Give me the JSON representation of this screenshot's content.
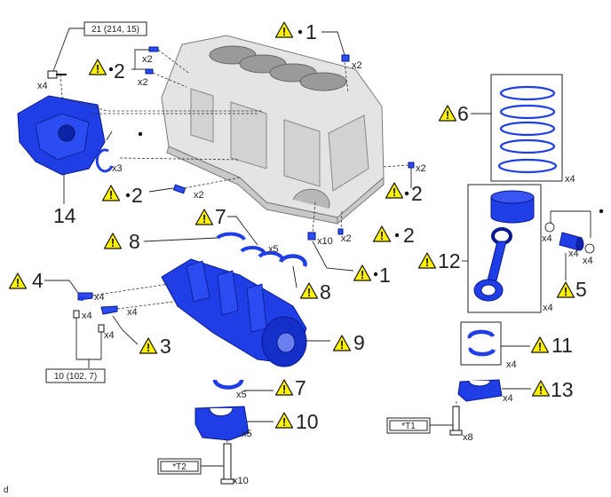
{
  "parts": {
    "p1a": {
      "num": "1",
      "qty": "x2"
    },
    "p1b": {
      "num": "1",
      "qty": "x10"
    },
    "p2a": {
      "num": "2",
      "qty_top": "x2",
      "qty_bottom": "x2"
    },
    "p2b": {
      "num": "2",
      "qty": "x2"
    },
    "p2c": {
      "num": "2",
      "qty": "x2"
    },
    "p2d": {
      "num": "2",
      "qty": "x2"
    },
    "p3": {
      "num": "3",
      "qty": "x4"
    },
    "p4": {
      "num": "4",
      "qty": "x4"
    },
    "p4b": {
      "qty": "x4"
    },
    "p4c": {
      "qty": "x4"
    },
    "p5": {
      "num": "5",
      "qty": "x4"
    },
    "p5b": {
      "qty": "x4"
    },
    "p5c": {
      "qty": "x4"
    },
    "p6": {
      "num": "6",
      "qty": "x4"
    },
    "p7a": {
      "num": "7",
      "qty": "x5"
    },
    "p7b": {
      "num": "7",
      "qty": "x5"
    },
    "p8a": {
      "num": "8"
    },
    "p8b": {
      "num": "8"
    },
    "p9": {
      "num": "9"
    },
    "p10": {
      "num": "10",
      "qty": "x5"
    },
    "p11": {
      "num": "11",
      "qty": "x4"
    },
    "p12": {
      "num": "12",
      "qty": "x4"
    },
    "p13": {
      "num": "13",
      "qty": "x4"
    },
    "p14": {
      "num": "14",
      "qty": "x4",
      "ring_qty": "x3"
    }
  },
  "specs": {
    "torque_14": "21 (214, 15)",
    "torque_3": "10 (102, 7)",
    "tool_t1": "*T1",
    "tool_t2": "*T2"
  },
  "bolts": {
    "t1_qty": "x8",
    "t2_qty": "x10"
  },
  "corner_letter": "d",
  "icons": {
    "caution": "caution-triangle-icon",
    "marker": "dot-marker"
  },
  "colors": {
    "part": "#1f3ee6",
    "caution": "#fff200",
    "block": "#e4e4e4"
  }
}
